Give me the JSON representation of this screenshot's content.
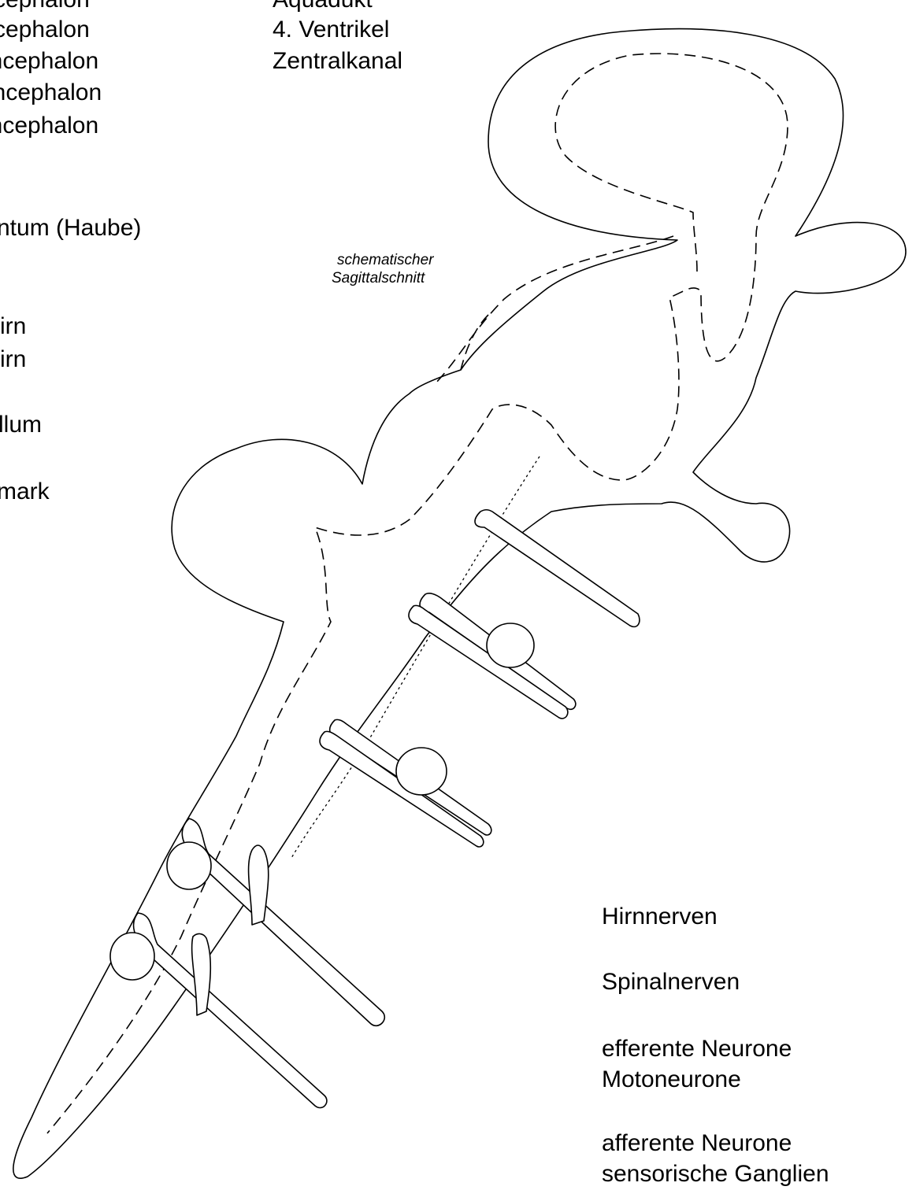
{
  "labels_left": [
    "cephalon",
    "cephalon",
    "encephalon",
    "encephalon",
    "encephalon",
    "ntum (Haube)",
    "irn",
    "irn",
    "llum",
    "mark"
  ],
  "labels_top_center": [
    "Aquädukt",
    "4. Ventrikel",
    "Zentralkanal"
  ],
  "annotation": {
    "line1": "schematischer",
    "line2": "Sagittalschnitt"
  },
  "legend": {
    "hirnnerven": "Hirnnerven",
    "spinalnerven": "Spinalnerven",
    "efferent_line1": "efferente Neurone",
    "efferent_line2": "Motoneurone",
    "afferent_line1": "afferente Neurone",
    "afferent_line2": "sensorische Ganglien"
  },
  "colors": {
    "stroke": "#000000",
    "background": "#ffffff"
  }
}
